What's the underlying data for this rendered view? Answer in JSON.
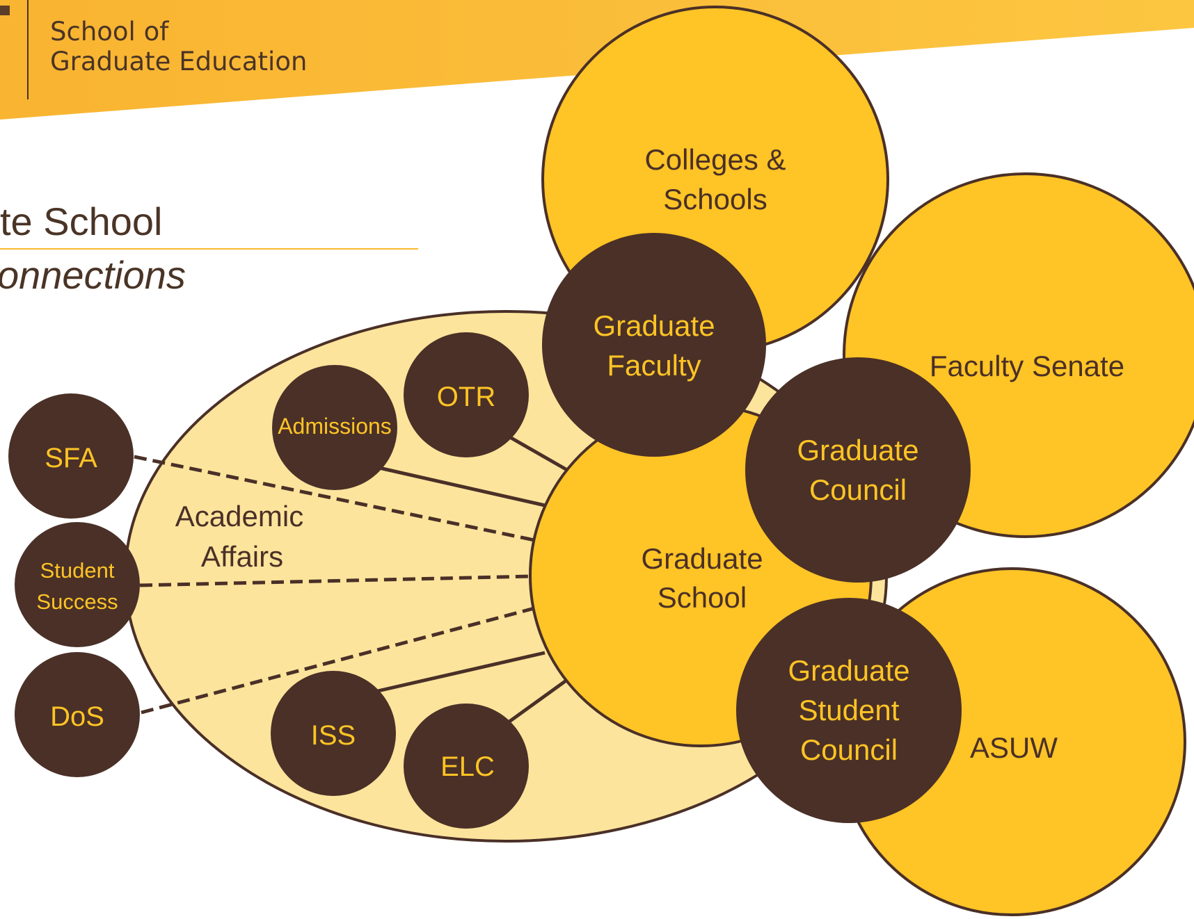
{
  "header": {
    "line1": "School of",
    "line2": "Graduate Education"
  },
  "title": "te School",
  "subtitle": "onnections",
  "colors": {
    "brown": "#4a3027",
    "gold": "#ffc425",
    "pale_gold": "#fde49c",
    "header_gold": "#fbb92c"
  },
  "nodes": {
    "colleges": {
      "line1": "Colleges &",
      "line2": "Schools"
    },
    "faculty_senate": {
      "label": "Faculty Senate"
    },
    "asuw": {
      "label": "ASUW"
    },
    "academic_affairs": {
      "line1": "Academic",
      "line2": "Affairs"
    },
    "graduate_school": {
      "line1": "Graduate",
      "line2": "School"
    },
    "graduate_faculty": {
      "line1": "Graduate",
      "line2": "Faculty"
    },
    "graduate_council": {
      "line1": "Graduate",
      "line2": "Council"
    },
    "graduate_student_council": {
      "line1": "Graduate",
      "line2": "Student",
      "line3": "Council"
    },
    "otr": {
      "label": "OTR"
    },
    "admissions": {
      "label": "Admissions"
    },
    "iss": {
      "label": "ISS"
    },
    "elc": {
      "label": "ELC"
    },
    "sfa": {
      "label": "SFA"
    },
    "student_success": {
      "line1": "Student",
      "line2": "Success"
    },
    "dos": {
      "label": "DoS"
    }
  },
  "connections": [
    {
      "from": "Admissions",
      "to": "Graduate School",
      "style": "solid"
    },
    {
      "from": "OTR",
      "to": "Graduate School",
      "style": "solid"
    },
    {
      "from": "ISS",
      "to": "Graduate School",
      "style": "solid"
    },
    {
      "from": "ELC",
      "to": "Graduate School",
      "style": "solid"
    },
    {
      "from": "SFA",
      "to": "Graduate School",
      "style": "dashed"
    },
    {
      "from": "Student Success",
      "to": "Graduate School",
      "style": "dashed"
    },
    {
      "from": "DoS",
      "to": "Graduate School",
      "style": "dashed"
    }
  ]
}
